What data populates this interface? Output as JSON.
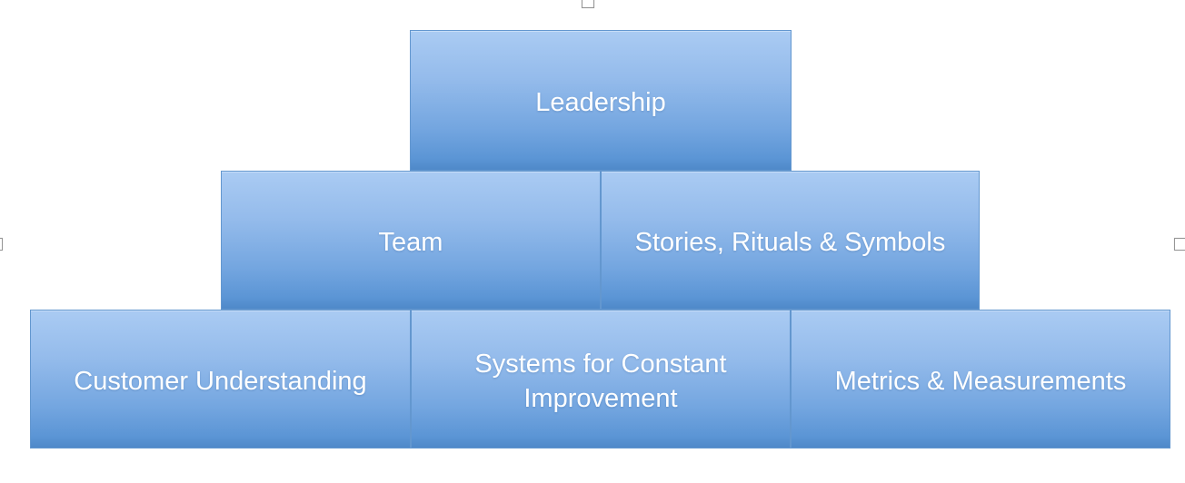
{
  "diagram": {
    "boxes": {
      "leadership": {
        "label": "Leadership"
      },
      "team": {
        "label": "Team"
      },
      "stories": {
        "label": "Stories, Rituals & Symbols"
      },
      "customer": {
        "label": "Customer Understanding"
      },
      "systems": {
        "label": "Systems for Constant Improvement"
      },
      "metrics": {
        "label": "Metrics & Measurements"
      }
    },
    "rows": [
      [
        "Leadership"
      ],
      [
        "Team",
        "Stories, Rituals & Symbols"
      ],
      [
        "Customer Understanding",
        "Systems for Constant Improvement",
        "Metrics & Measurements"
      ]
    ],
    "colors": {
      "background": "#ffffff",
      "box_gradient_top": "#aacbf3",
      "box_gradient_bottom": "#4f89c9",
      "box_border": "#6397cf",
      "box_text": "#ffffff",
      "handle_fill": "#ffffff",
      "handle_border": "#969696"
    },
    "selection_handles": [
      "top-center",
      "middle-left",
      "middle-right"
    ]
  }
}
